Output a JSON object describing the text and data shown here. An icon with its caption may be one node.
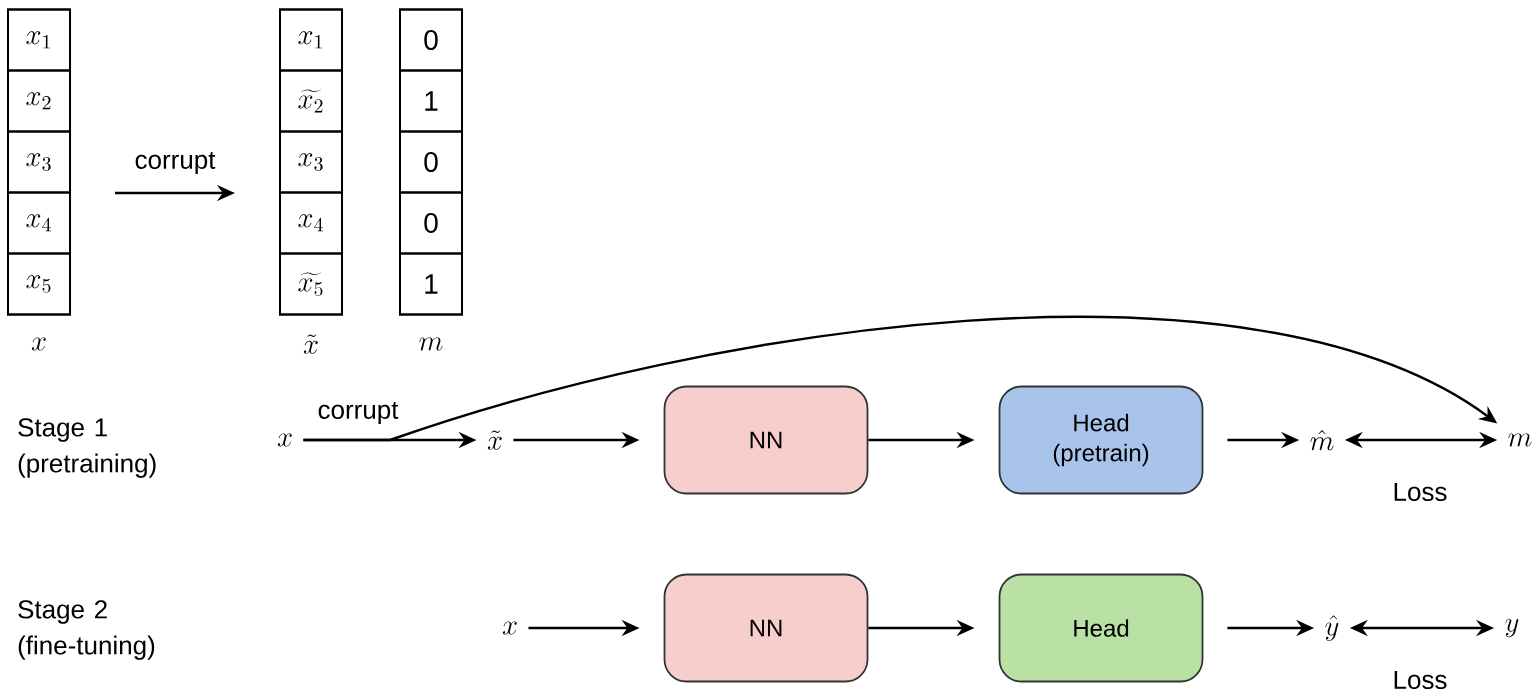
{
  "diagram": {
    "nodes": [
      {
        "text": [],
        "shape": "box",
        "beside": [
          "x"
        ]
      },
      {
        "text": [
          "x_1"
        ],
        "in": 0
      },
      {
        "text": [
          "x_2"
        ],
        "in": 0
      },
      {
        "text": [
          "x_3"
        ],
        "in": 0
      },
      {
        "text": [
          "x_4"
        ],
        "in": 0
      },
      {
        "text": [
          "x_5"
        ],
        "in": 0
      },
      {
        "text": [],
        "shape": "box",
        "beside": [
          "\\tilde{x}"
        ]
      },
      {
        "text": [
          "x_1"
        ],
        "in": 6
      },
      {
        "text": [
          "\\widetilde{x_2}"
        ],
        "in": 6
      },
      {
        "text": [
          "x_3"
        ],
        "in": 6
      },
      {
        "text": [
          "x_4"
        ],
        "in": 6
      },
      {
        "text": [
          "\\widetilde{x_5}"
        ],
        "in": 6
      },
      {
        "text": [],
        "shape": "box",
        "beside": [
          "m"
        ]
      },
      {
        "text": [
          "0"
        ],
        "in": 12
      },
      {
        "text": [
          "1"
        ],
        "in": 12
      },
      {
        "text": [
          "0"
        ],
        "in": 12
      },
      {
        "text": [
          "0"
        ],
        "in": 12
      },
      {
        "text": [
          "1"
        ],
        "in": 12
      },
      {
        "text": [
          "x"
        ]
      },
      {
        "text": [
          "\\tilde{x}"
        ]
      },
      {
        "text": [
          "NN"
        ]
      },
      {
        "text": [
          "Head (pretrain)"
        ]
      },
      {
        "text": [
          "\\hat{m}"
        ]
      },
      {
        "text": [
          "m"
        ]
      },
      {
        "text": [
          "x"
        ]
      },
      {
        "text": [
          "NN"
        ]
      },
      {
        "text": [
          "Head"
        ]
      },
      {
        "text": [
          "\\hat{y}"
        ]
      },
      {
        "text": [
          "y"
        ]
      }
    ],
    "edges": [
      {
        "from": 0,
        "to": 6,
        "arrow": "to",
        "label": "corrupt"
      },
      {
        "from": 18,
        "to": 19,
        "arrow": "to",
        "label": "corrupt"
      },
      {
        "from": 18,
        "to": 23,
        "arrow": "to"
      },
      {
        "from": 19,
        "to": 20,
        "arrow": "to"
      },
      {
        "from": 20,
        "to": 21,
        "arrow": "to"
      },
      {
        "from": 21,
        "to": 22,
        "arrow": "to"
      },
      {
        "from": 22,
        "to": 23,
        "arrow": "both",
        "label": "Loss"
      },
      {
        "from": 24,
        "to": 25,
        "arrow": "to"
      },
      {
        "from": 25,
        "to": 26,
        "arrow": "to"
      },
      {
        "from": 26,
        "to": 27,
        "arrow": "to"
      },
      {
        "from": 27,
        "to": 28,
        "arrow": "both",
        "label": "Loss"
      }
    ],
    "labels": [
      "Stage 1 (pretraining)",
      "Stage 2 (fine-tuning)"
    ]
  }
}
